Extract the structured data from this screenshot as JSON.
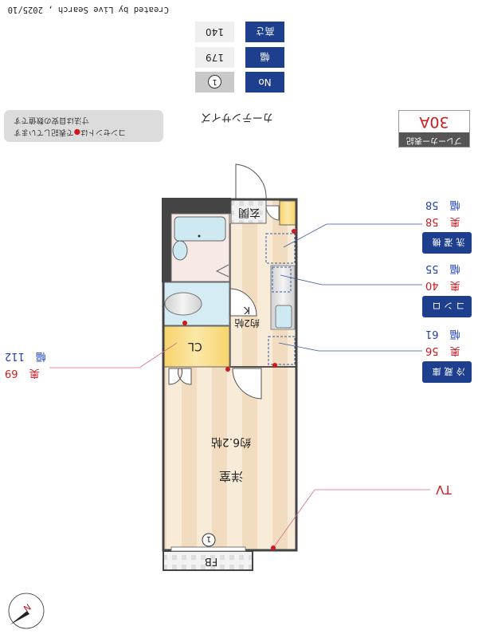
{
  "credit": "Created by Live Search , 2025/10",
  "curtain": {
    "title": "カーテンサイズ",
    "rows": [
      {
        "label": "No",
        "value": "1"
      },
      {
        "label": "幅",
        "value": "179"
      },
      {
        "label": "高さ",
        "value": "140"
      }
    ]
  },
  "breaker": {
    "label": "ブレーカー表記",
    "value": "30A"
  },
  "note": {
    "line1": "コンセントは",
    "dot": "●",
    "line1_rest": "で表記しています",
    "line2": "寸法は目安の数値です"
  },
  "appliances": [
    {
      "name": "洗濯機",
      "depth_label": "奥",
      "depth": "58",
      "width_label": "幅",
      "width": "58"
    },
    {
      "name": "コンロ",
      "depth_label": "奥",
      "depth": "40",
      "width_label": "幅",
      "width": "55"
    },
    {
      "name": "冷蔵庫",
      "depth_label": "奥",
      "depth": "56",
      "width_label": "幅",
      "width": "61"
    }
  ],
  "closet": {
    "depth_label": "奥",
    "depth": "69",
    "width_label": "幅",
    "width": "112"
  },
  "tv_label": "TV",
  "rooms": {
    "entrance": "玄関",
    "kitchen": "K",
    "kitchen_size": "約2帖",
    "closet": "CL",
    "western": "洋室",
    "western_size": "約6.2帖",
    "balcony": "FB",
    "window_no": "1"
  },
  "compass": "N",
  "colors": {
    "label_blue": "#1d3f8e",
    "depth_red": "#d0191f",
    "width_blue": "#1d3fbf",
    "outlet_red": "#d0191f"
  }
}
